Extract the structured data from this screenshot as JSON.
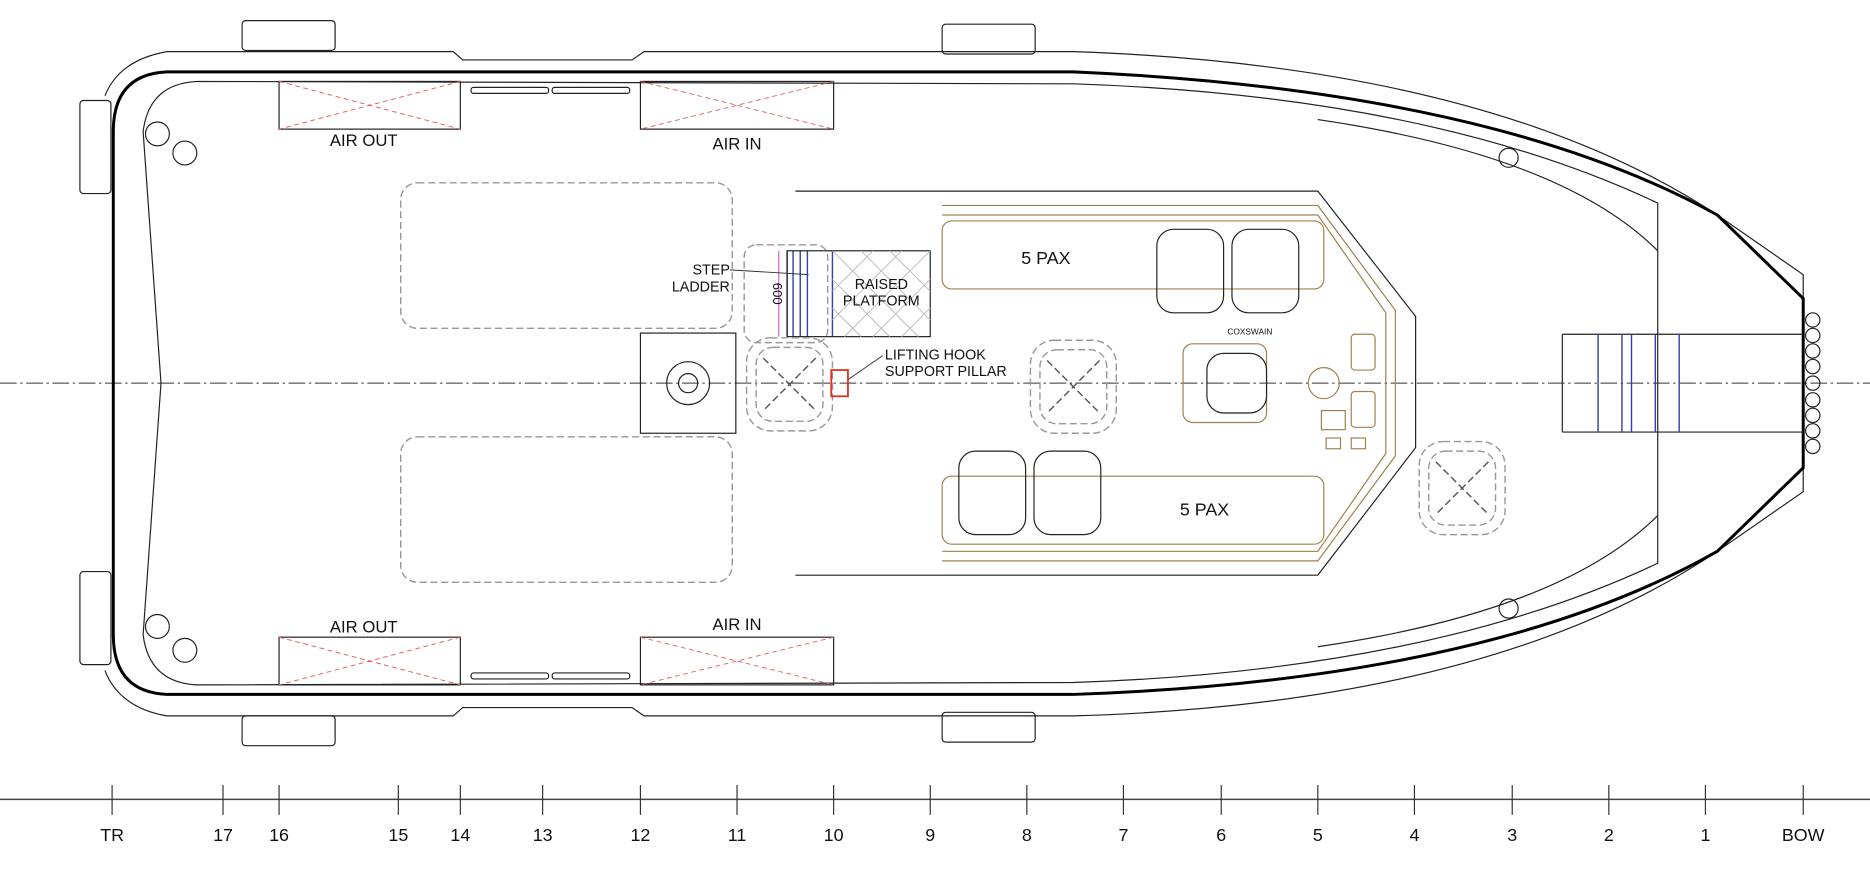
{
  "labels": {
    "air_out_top": "AIR OUT",
    "air_in_top": "AIR IN",
    "air_out_bottom": "AIR OUT",
    "air_in_bottom": "AIR IN",
    "step_ladder_1": "STEP",
    "step_ladder_2": "LADDER",
    "dimension": "600",
    "raised_platform_1": "RAISED",
    "raised_platform_2": "PLATFORM",
    "lifting_hook_1": "LIFTING HOOK",
    "lifting_hook_2": "SUPPORT PILLAR",
    "pax_top": "5 PAX",
    "pax_bottom": "5 PAX",
    "coxswain": "COXSWAIN"
  },
  "frames": [
    "TR",
    "17",
    "16",
    "15",
    "14",
    "13",
    "12",
    "11",
    "10",
    "9",
    "8",
    "7",
    "6",
    "5",
    "4",
    "3",
    "2",
    "1",
    "BOW"
  ],
  "colors": {
    "hull": "#000000",
    "seating": "#a08050",
    "hook": "#e03020",
    "ladder": "#3344aa",
    "dimension": "#d060d0"
  }
}
